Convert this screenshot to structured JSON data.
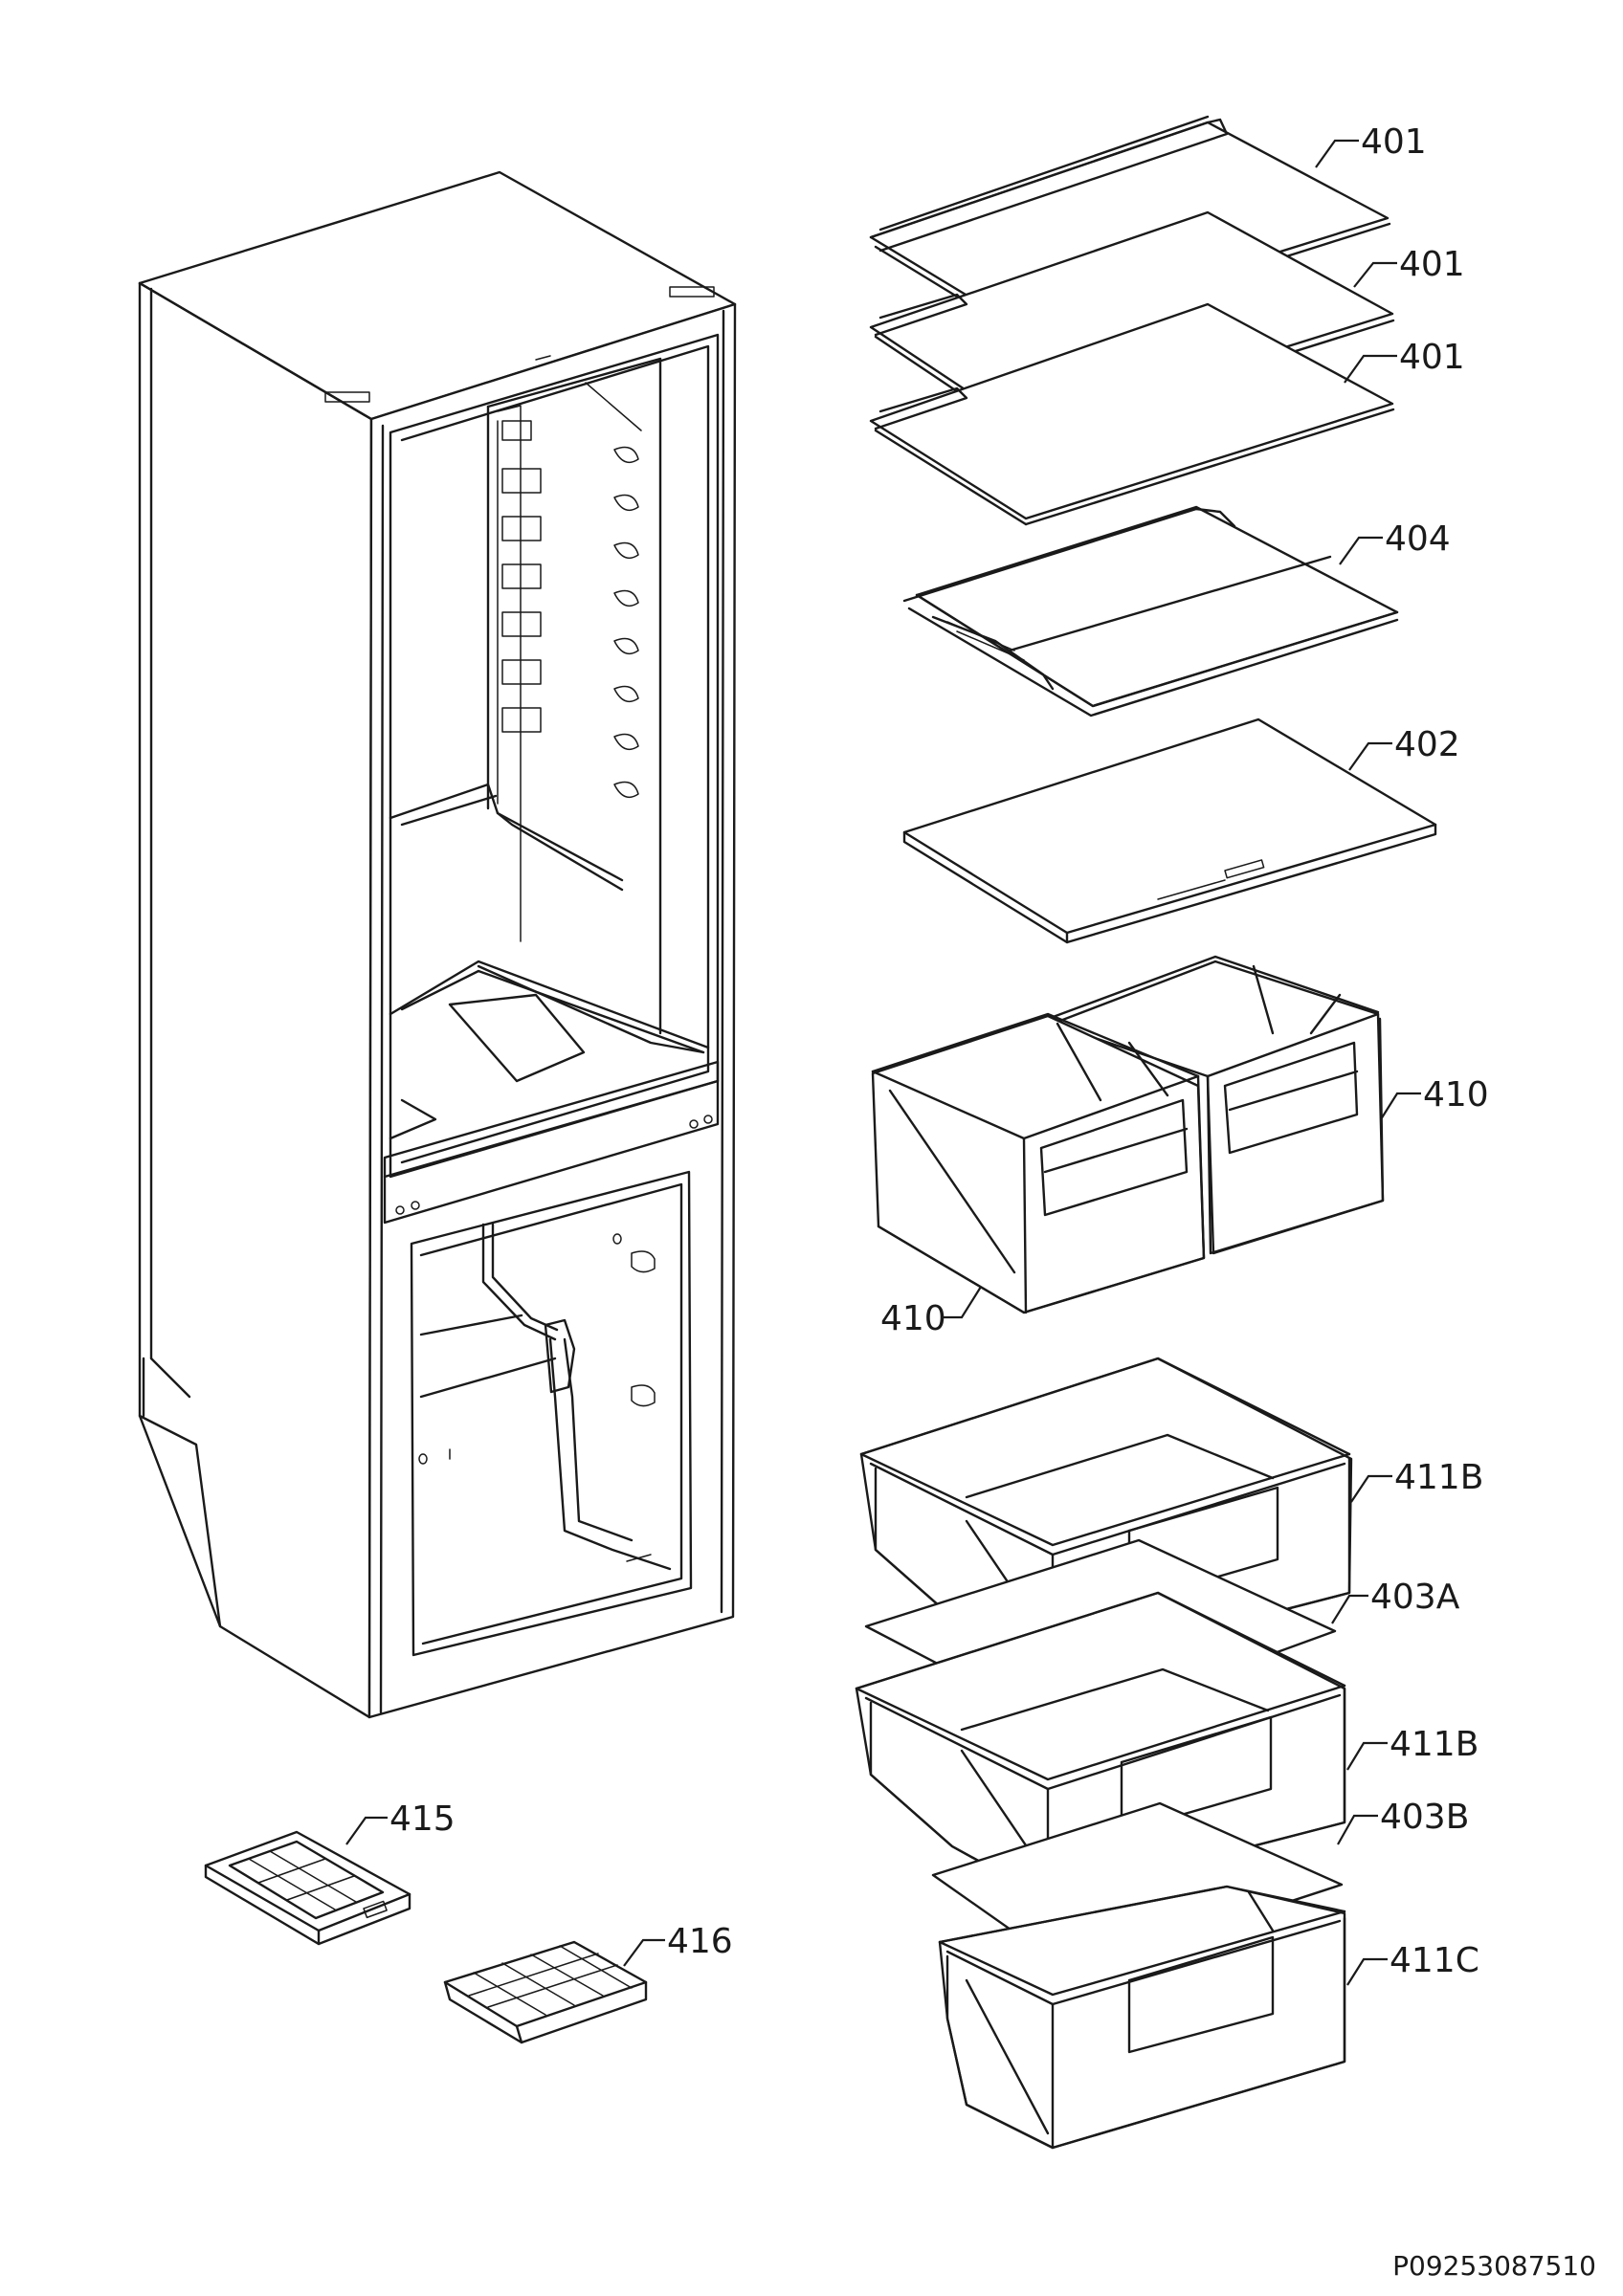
{
  "labels": {
    "shelf_401_a": "401",
    "shelf_401_b": "401",
    "shelf_401_c": "401",
    "shelf_404": "404",
    "glass_402": "402",
    "crisper_410_right": "410",
    "crisper_410_left": "410",
    "drawer_411b_top": "411B",
    "divider_403a": "403A",
    "drawer_411b_mid": "411B",
    "divider_403b": "403B",
    "drawer_411c": "411C",
    "tray_415": "415",
    "tray_416": "416"
  },
  "drawing_code": "P09253087510"
}
